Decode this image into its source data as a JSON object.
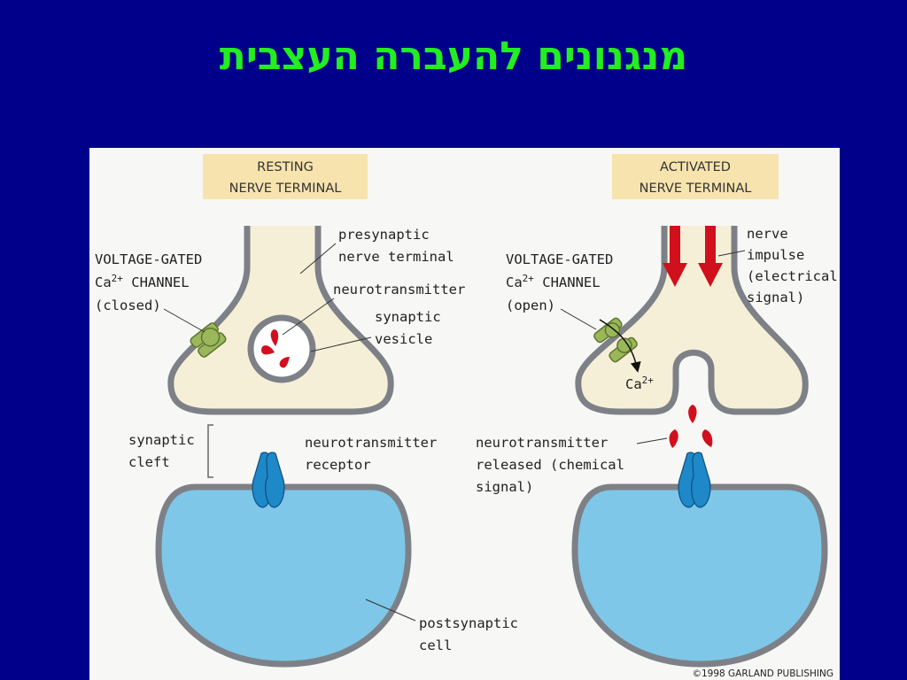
{
  "slide": {
    "title": "מנגנונים להעברה העצבית"
  },
  "figure": {
    "left_header": {
      "line1": "RESTING",
      "line2": "NERVE TERMINAL"
    },
    "right_header": {
      "line1": "ACTIVATED",
      "line2": "NERVE TERMINAL"
    },
    "left_labels": {
      "channel_line1": "VOLTAGE-GATED",
      "channel_ca": "Ca",
      "channel_sup": "2+",
      "channel_rest": " CHANNEL",
      "channel_state": "(closed)",
      "presynaptic_line1": "presynaptic",
      "presynaptic_line2": "nerve terminal",
      "neurotransmitter": "neurotransmitter",
      "vesicle_line1": "synaptic",
      "vesicle_line2": "vesicle",
      "cleft_line1": "synaptic",
      "cleft_line2": "cleft",
      "receptor_line1": "neurotransmitter",
      "receptor_line2": "receptor",
      "postsynaptic_line1": "postsynaptic",
      "postsynaptic_line2": "cell"
    },
    "right_labels": {
      "channel_line1": "VOLTAGE-GATED",
      "channel_ca": "Ca",
      "channel_sup": "2+",
      "channel_rest": " CHANNEL",
      "channel_state": "(open)",
      "impulse_line1": "nerve",
      "impulse_line2": "impulse",
      "impulse_line3": "(electrical",
      "impulse_line4": "signal)",
      "ion_ca": "Ca",
      "ion_sup": "2+",
      "released_line1": "neurotransmitter",
      "released_line2": "released (chemical",
      "released_line3": "signal)"
    },
    "copyright": "©1998 GARLAND PUBLISHING",
    "colors": {
      "terminal_fill": "#f6efd7",
      "membrane": "#7d8187",
      "cell_fill": "#7ec7e8",
      "receptor": "#1e88c8",
      "channel": "#9ab85a",
      "neurotransmitter": "#d0101c",
      "header_bg": "#f7e3ad"
    }
  }
}
